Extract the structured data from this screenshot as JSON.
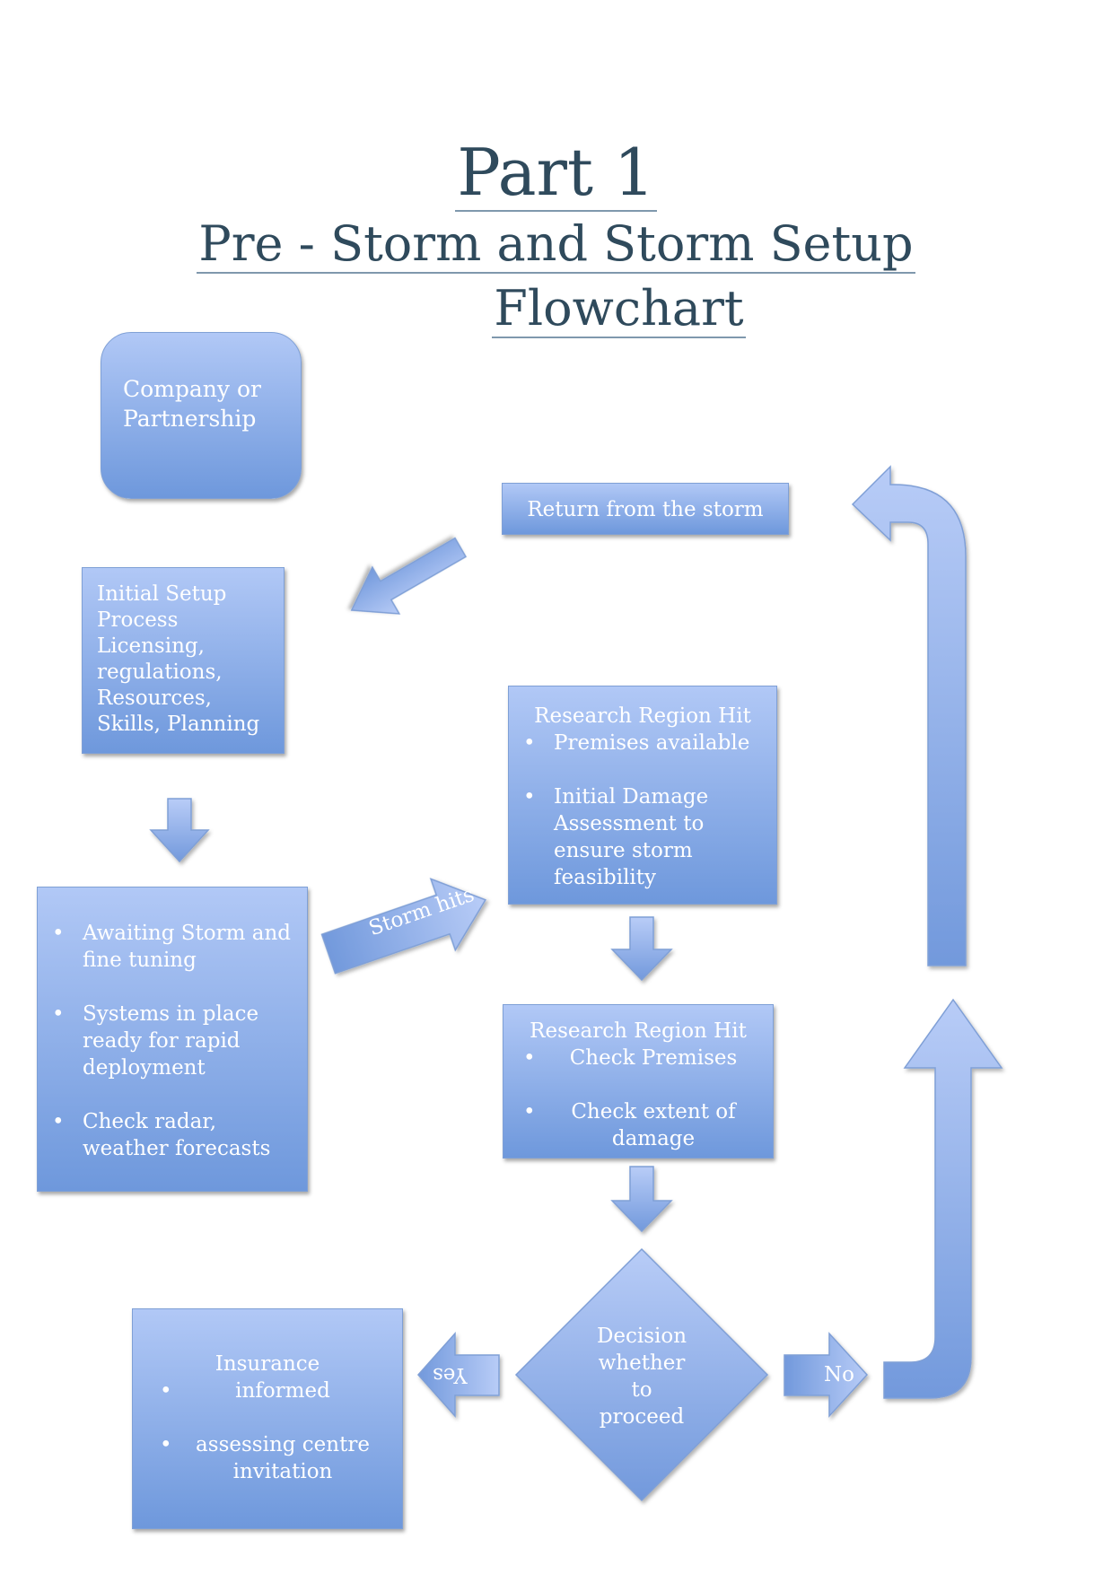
{
  "title": {
    "line1": "Part 1",
    "line2": "Pre - Storm and Storm Setup",
    "line3": "Flowchart"
  },
  "nodes": {
    "company": {
      "text": "Company or Partnership"
    },
    "return_storm": {
      "text": "Return from the storm"
    },
    "initial_setup": {
      "text": "Initial Setup Process Licensing, regulations, Resources, Skills, Planning"
    },
    "awaiting": {
      "items": [
        "Awaiting Storm and fine tuning",
        "Systems in place ready for rapid deployment",
        "Check radar, weather forecasts"
      ]
    },
    "research1": {
      "heading": "Research Region Hit",
      "items": [
        "Premises available",
        "Initial Damage Assessment to ensure storm feasibility"
      ]
    },
    "research2": {
      "heading": "Research Region Hit",
      "items": [
        "Check Premises",
        "Check extent of damage"
      ]
    },
    "decision": {
      "text": "Decision whether to proceed"
    },
    "insurance": {
      "heading": "Insurance",
      "items": [
        "informed",
        "assessing centre invitation"
      ]
    }
  },
  "edges": {
    "storm_hits": "Storm hits",
    "yes": "Yes",
    "no": "No"
  },
  "colors": {
    "box_top": "#b1c8f6",
    "box_bottom": "#6e98dc",
    "title": "#2f4a5c"
  }
}
